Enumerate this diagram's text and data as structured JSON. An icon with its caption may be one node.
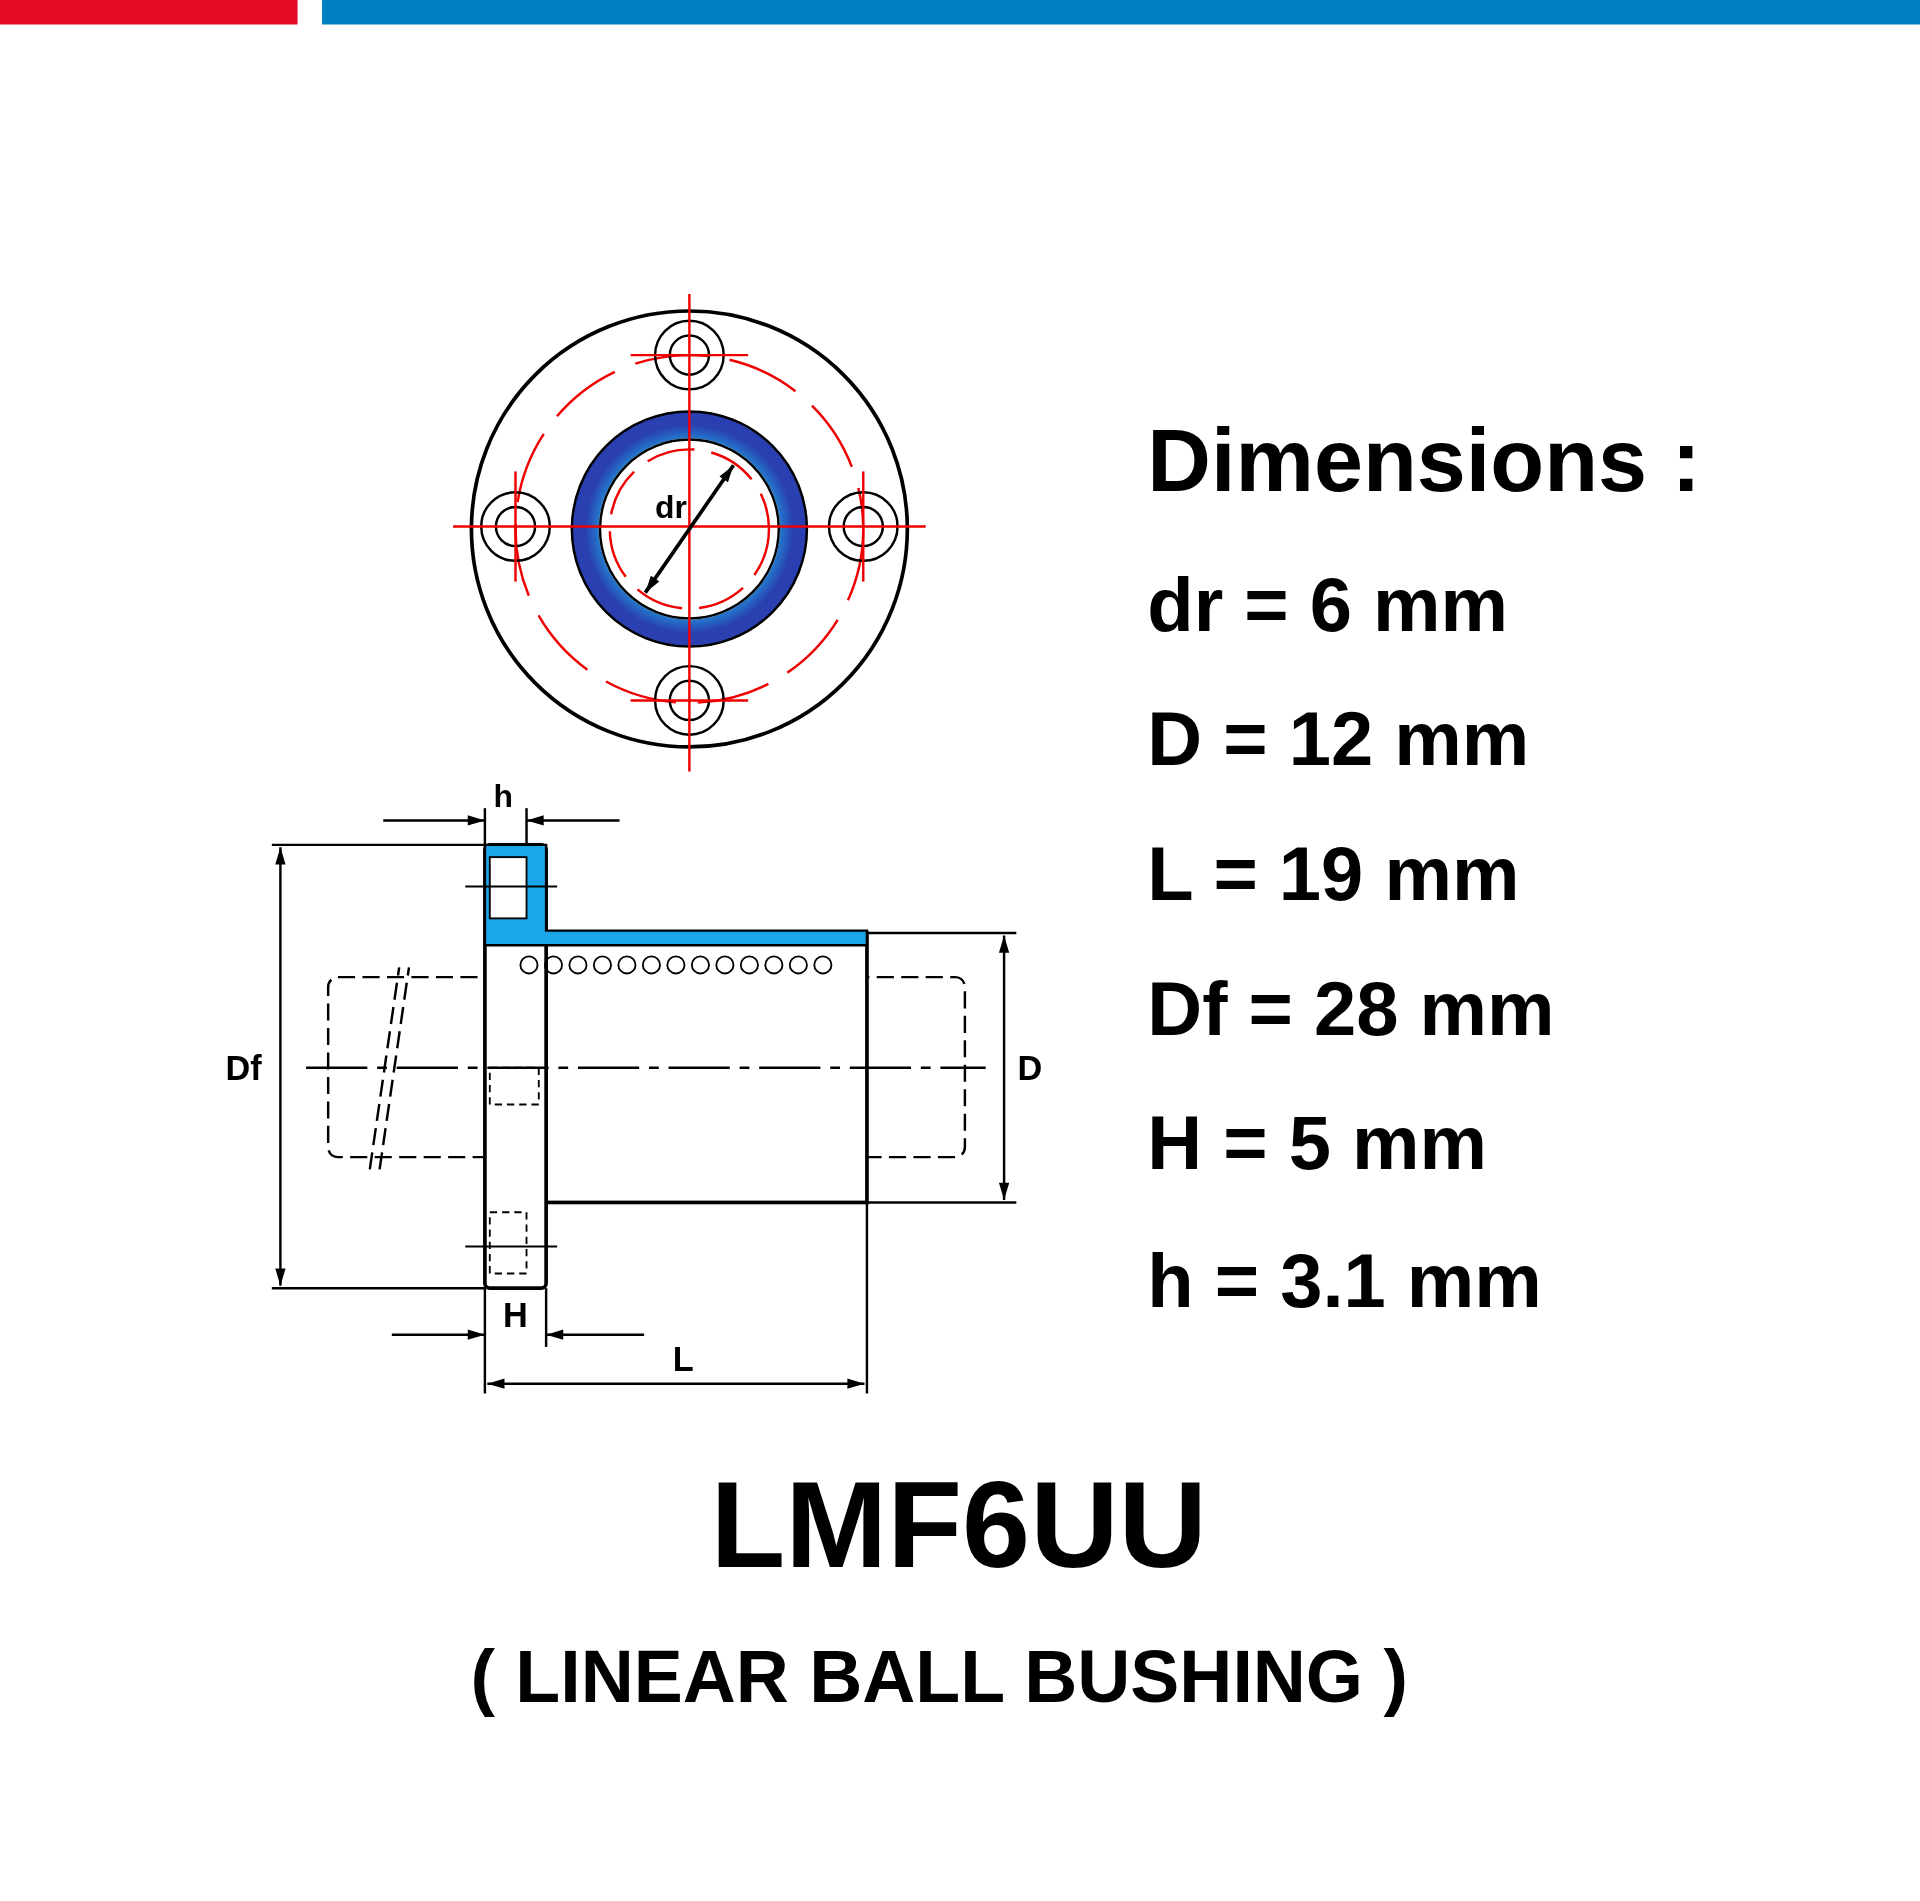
{
  "diagram": {
    "title": "LMF6UU",
    "caption": "( LINEAR BALL BUSHING )",
    "labels": [
      "dr",
      "h",
      "Df",
      "D",
      "H",
      "L",
      "Dimensions :",
      "dr = 6 mm",
      "D = 12 mm",
      "L = 19 mm",
      "Df = 28 mm",
      "H = 5 mm",
      "h = 3.1 mm"
    ]
  }
}
